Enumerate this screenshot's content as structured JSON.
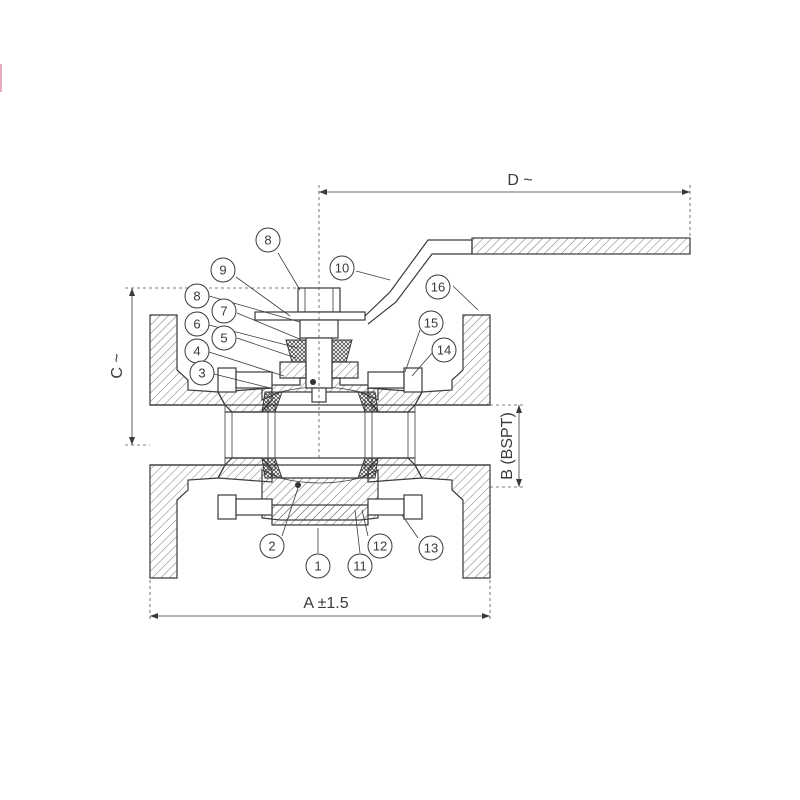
{
  "dimensions": {
    "a": "A ±1.5",
    "b": "B (BSPT)",
    "c": "C ~",
    "d": "D ~"
  },
  "callouts": [
    {
      "id": "c8a",
      "label": "8"
    },
    {
      "id": "c9",
      "label": "9"
    },
    {
      "id": "c8b",
      "label": "8"
    },
    {
      "id": "c7",
      "label": "7"
    },
    {
      "id": "c6",
      "label": "6"
    },
    {
      "id": "c5",
      "label": "5"
    },
    {
      "id": "c4",
      "label": "4"
    },
    {
      "id": "c3",
      "label": "3"
    },
    {
      "id": "c10",
      "label": "10"
    },
    {
      "id": "c16",
      "label": "16"
    },
    {
      "id": "c15",
      "label": "15"
    },
    {
      "id": "c14",
      "label": "14"
    },
    {
      "id": "c2",
      "label": "2"
    },
    {
      "id": "c1",
      "label": "1"
    },
    {
      "id": "c11",
      "label": "11"
    },
    {
      "id": "c12",
      "label": "12"
    },
    {
      "id": "c13",
      "label": "13"
    }
  ],
  "colors": {
    "line": "#3a3a3a",
    "accent_mark": "#e8aac0"
  }
}
